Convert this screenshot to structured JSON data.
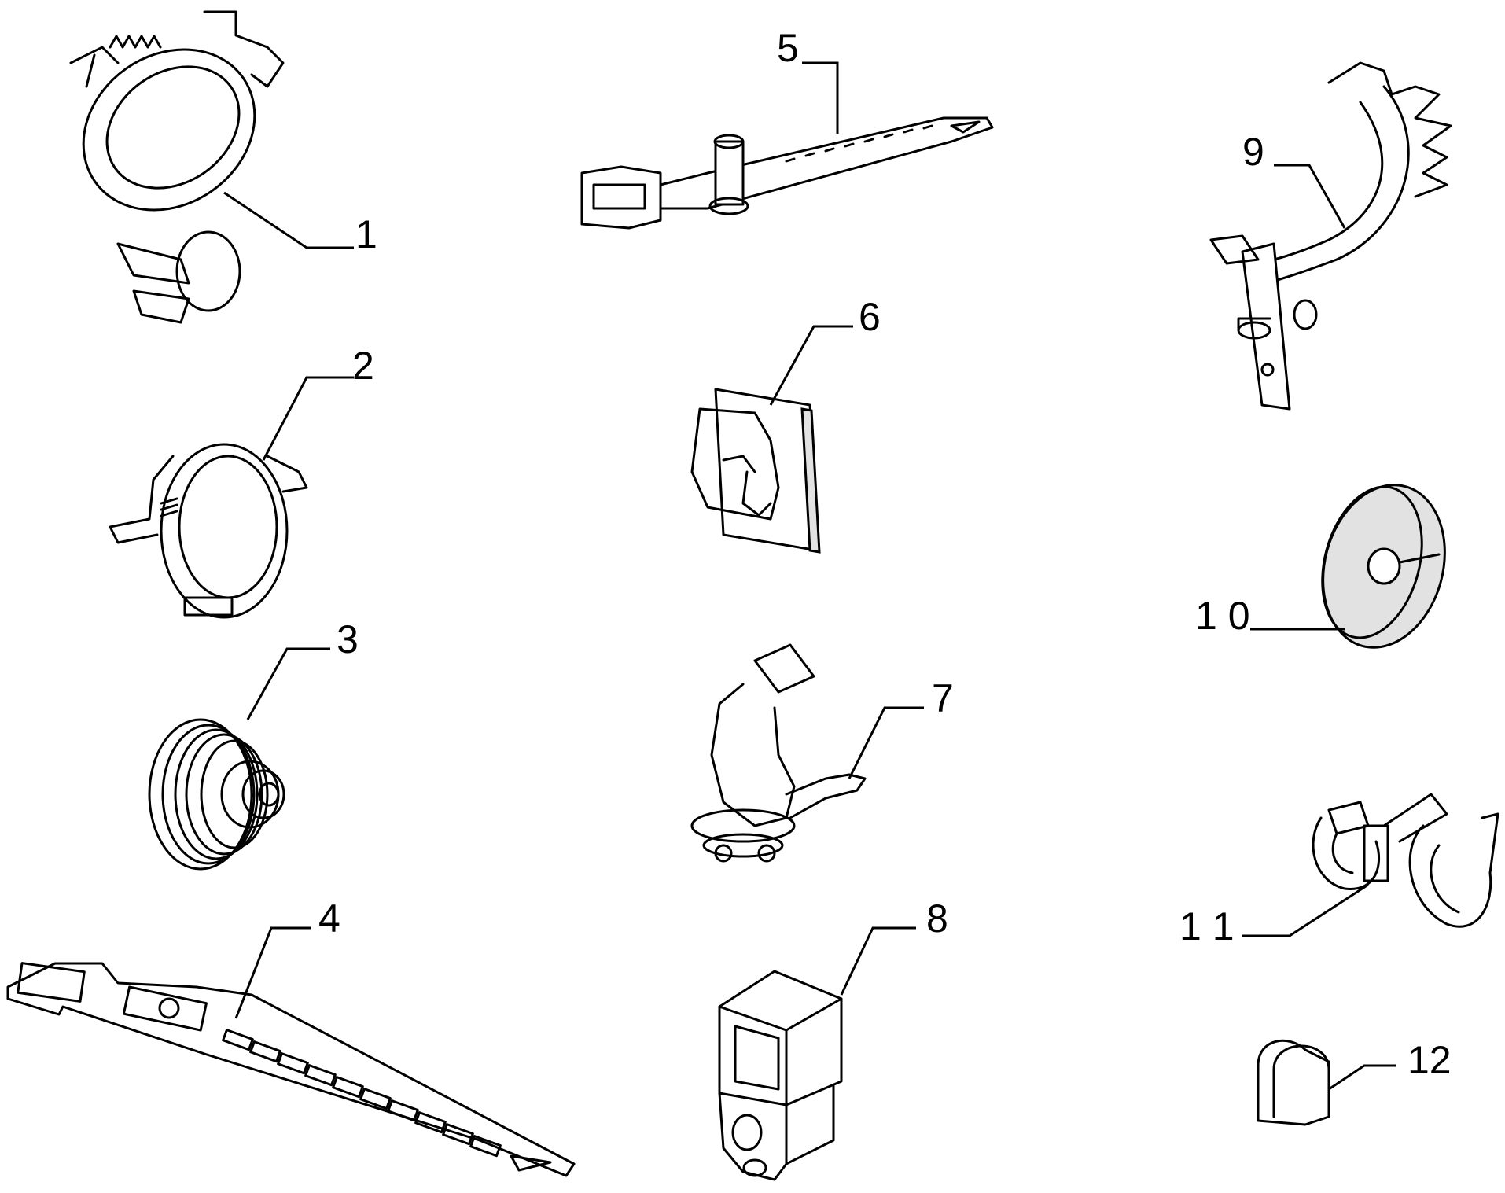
{
  "diagram": {
    "callouts": [
      {
        "id": "1",
        "text": "1"
      },
      {
        "id": "2",
        "text": "2"
      },
      {
        "id": "3",
        "text": "3"
      },
      {
        "id": "4",
        "text": "4"
      },
      {
        "id": "5",
        "text": "5"
      },
      {
        "id": "6",
        "text": "6"
      },
      {
        "id": "7",
        "text": "7"
      },
      {
        "id": "8",
        "text": "8"
      },
      {
        "id": "9",
        "text": "9"
      },
      {
        "id": "10",
        "text": "1 0"
      },
      {
        "id": "11",
        "text": "1 1"
      },
      {
        "id": "12",
        "text": "12"
      }
    ]
  }
}
